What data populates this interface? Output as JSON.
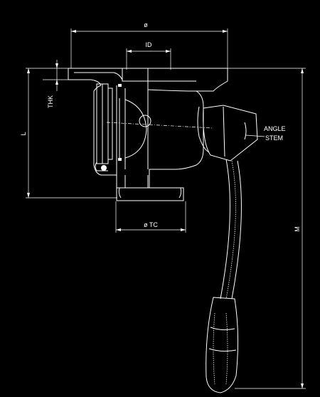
{
  "labels": {
    "diameter": "ø",
    "inner_diameter": "ID",
    "thickness": "THK",
    "length": "L",
    "angle": "ANGLE",
    "stem": "STEM",
    "tc_diameter": "ø TC",
    "m": "M"
  },
  "colors": {
    "background": "#000000",
    "line": "#ffffff"
  }
}
